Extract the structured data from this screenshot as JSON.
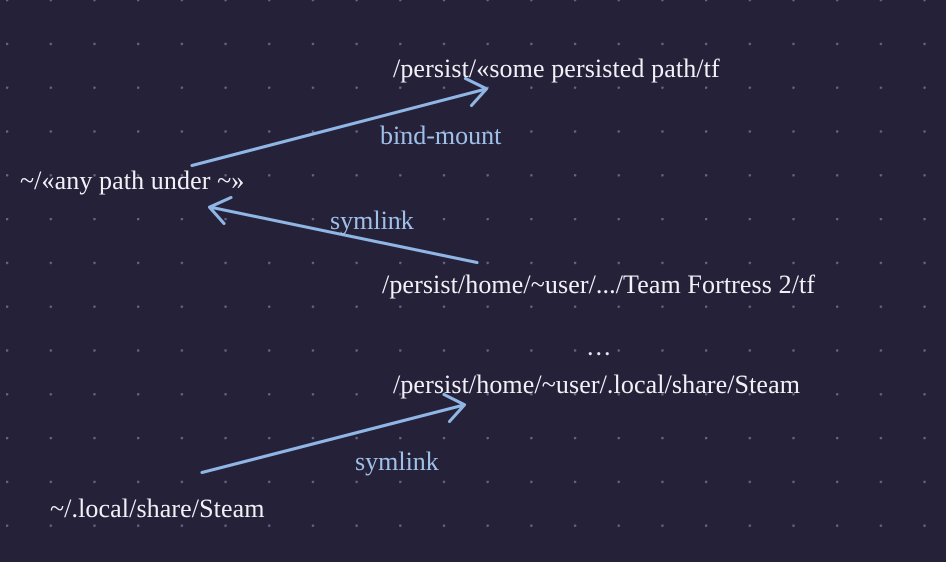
{
  "diagram": {
    "background_color": "#252138",
    "grid_dot_color": "#6b6480",
    "node_text_color": "#f2f0f7",
    "edge_color": "#8fb6e4",
    "edge_label_color": "#9fc0e8",
    "ellipsis": "...",
    "nodes": [
      {
        "id": "persist-some-path-tf",
        "label": "/persist/«some persisted path/tf"
      },
      {
        "id": "home-any-path",
        "label": "~/«any path under ~»"
      },
      {
        "id": "persist-home-tf2",
        "label": "/persist/home/~user/.../Team Fortress 2/tf"
      },
      {
        "id": "persist-home-steam",
        "label": "/persist/home/~user/.local/share/Steam"
      },
      {
        "id": "home-steam",
        "label": "~/.local/share/Steam"
      }
    ],
    "edges": [
      {
        "id": "bind-mount-edge",
        "label": "bind-mount"
      },
      {
        "id": "symlink-edge-tf",
        "label": "symlink"
      },
      {
        "id": "symlink-edge-steam",
        "label": "symlink"
      }
    ]
  }
}
